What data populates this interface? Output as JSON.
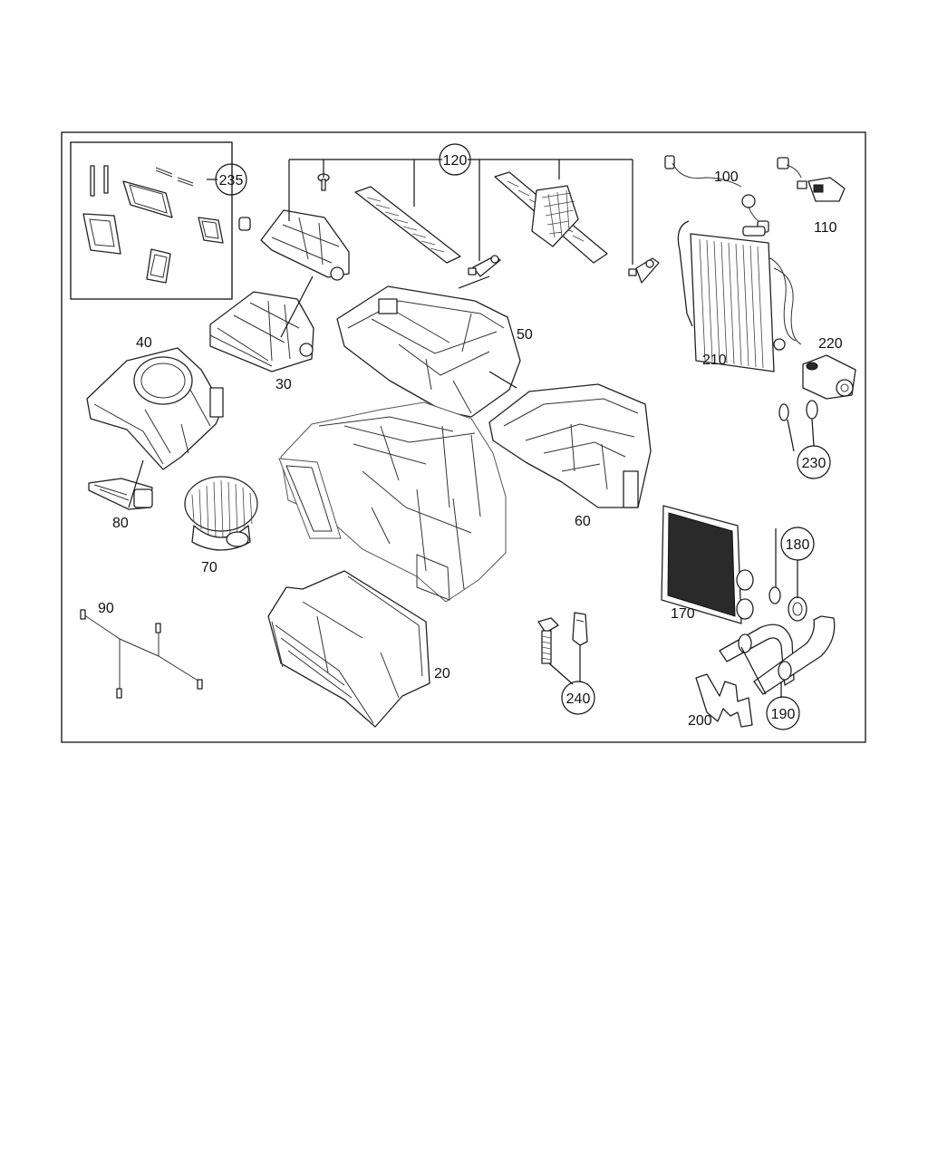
{
  "diagram": {
    "labels": {
      "p20": "20",
      "p30": "30",
      "p40": "40",
      "p50": "50",
      "p60": "60",
      "p70": "70",
      "p80": "80",
      "p90": "90",
      "p100": "100",
      "p110": "110",
      "p120": "120",
      "p170": "170",
      "p180": "180",
      "p190": "190",
      "p200": "200",
      "p210": "210",
      "p220": "220",
      "p230": "230",
      "p235": "235",
      "p240": "240"
    }
  }
}
